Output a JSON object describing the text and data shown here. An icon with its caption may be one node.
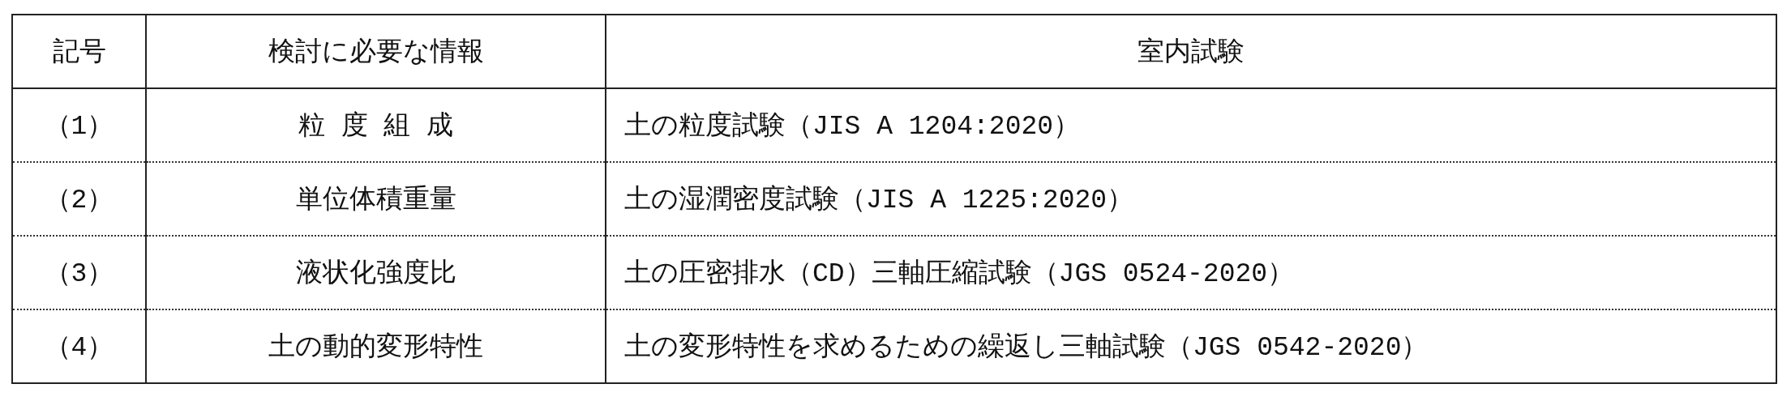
{
  "diagram": {
    "labels": [
      "記号",
      "検討に必要な情報",
      "室内試験",
      "（1）",
      "粒 度 組 成",
      "土の粒度試験（JIS A 1204:2020）",
      "（2）",
      "単位体積重量",
      "土の湿潤密度試験（JIS A 1225:2020）",
      "（3）",
      "液状化強度比",
      "土の圧密排水（CD）三軸圧縮試験（JGS 0524-2020）",
      "（4）",
      "土の動的変形特性",
      "土の変形特性を求めるための繰返し三軸試験（JGS 0542-2020）"
    ]
  }
}
